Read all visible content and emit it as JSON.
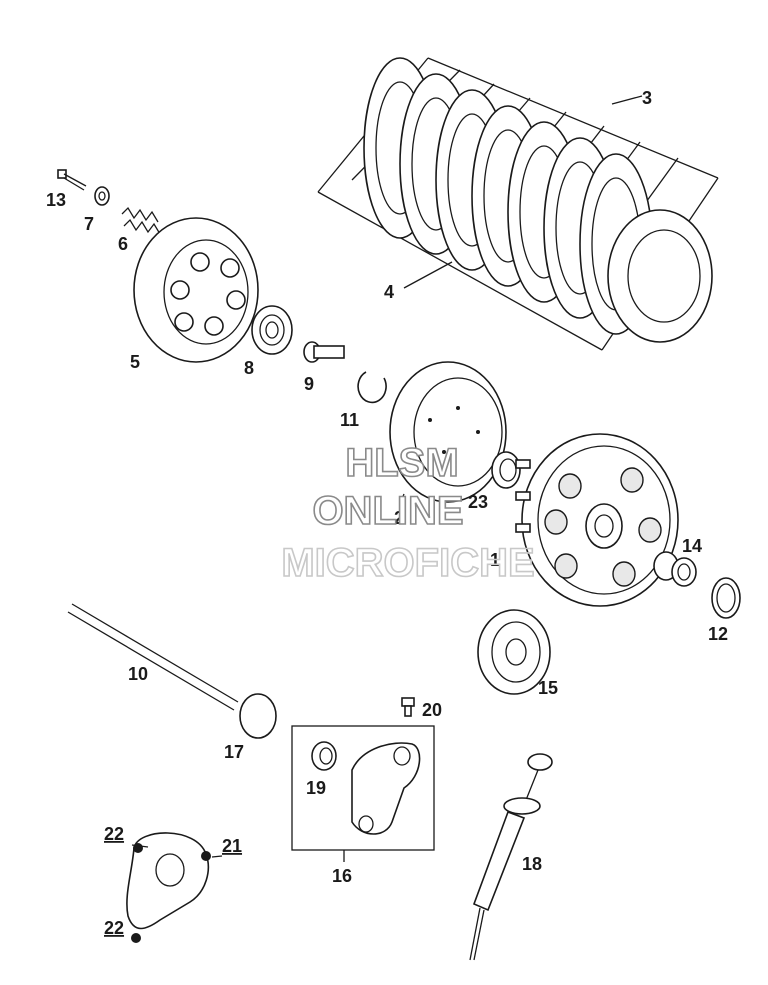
{
  "diagram": {
    "part_labels": {
      "p1": "1",
      "p2": "2",
      "p3": "3",
      "p4": "4",
      "p5": "5",
      "p6": "6",
      "p7": "7",
      "p8": "8",
      "p9": "9",
      "p10": "10",
      "p11": "11",
      "p12": "12",
      "p13": "13",
      "p14": "14",
      "p15": "15",
      "p16": "16",
      "p17": "17",
      "p18": "18",
      "p19": "19",
      "p20": "20",
      "p21": "21",
      "p22a": "22",
      "p22b": "22",
      "p23": "23"
    },
    "watermark": {
      "line1": "HLSM",
      "line2": "ONLINE",
      "line3": "MICROFICHE"
    },
    "colors": {
      "ink": "#1a1a1a",
      "paper": "#ffffff",
      "watermark_outline": "#8a8a8a"
    }
  }
}
